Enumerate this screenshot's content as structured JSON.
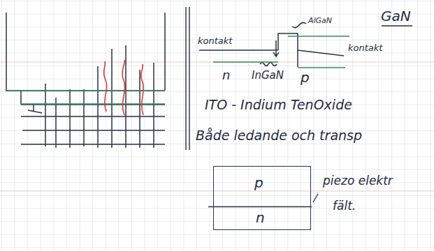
{
  "diagram": {
    "nodes": [
      {
        "text": [
          "p",
          "n"
        ]
      }
    ],
    "labels": [
      "kontakt",
      "AlGaN",
      "GaN",
      "kontakt",
      "n",
      "InGaN",
      "p",
      "ITO - Indium TenOxide",
      "Både ledande och transp",
      "piezo elektr",
      "fält."
    ]
  }
}
